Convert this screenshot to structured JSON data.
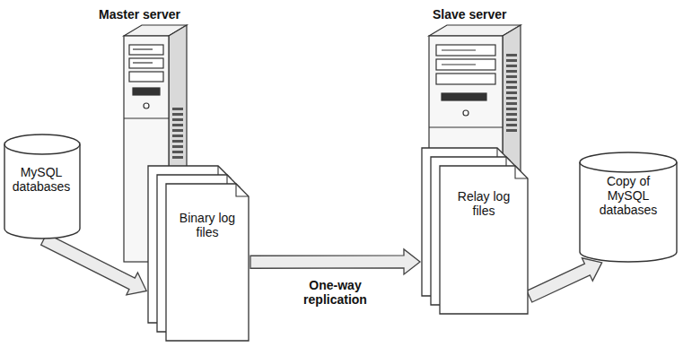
{
  "diagram": {
    "nodes": [
      {
        "text": [
          "MySQL databases"
        ]
      },
      {
        "text": [
          "Binary log files"
        ]
      },
      {
        "text": [
          "Relay log files"
        ]
      },
      {
        "text": [
          "Copy of MySQL databases"
        ]
      }
    ],
    "edges": [
      {
        "from": 0,
        "to": 1,
        "arrow": "to"
      },
      {
        "from": 1,
        "to": 2,
        "label": "One-way replication",
        "arrow": "to"
      },
      {
        "from": 2,
        "to": 3,
        "arrow": "to"
      }
    ],
    "labels": [
      "Master server",
      "Slave server"
    ]
  }
}
